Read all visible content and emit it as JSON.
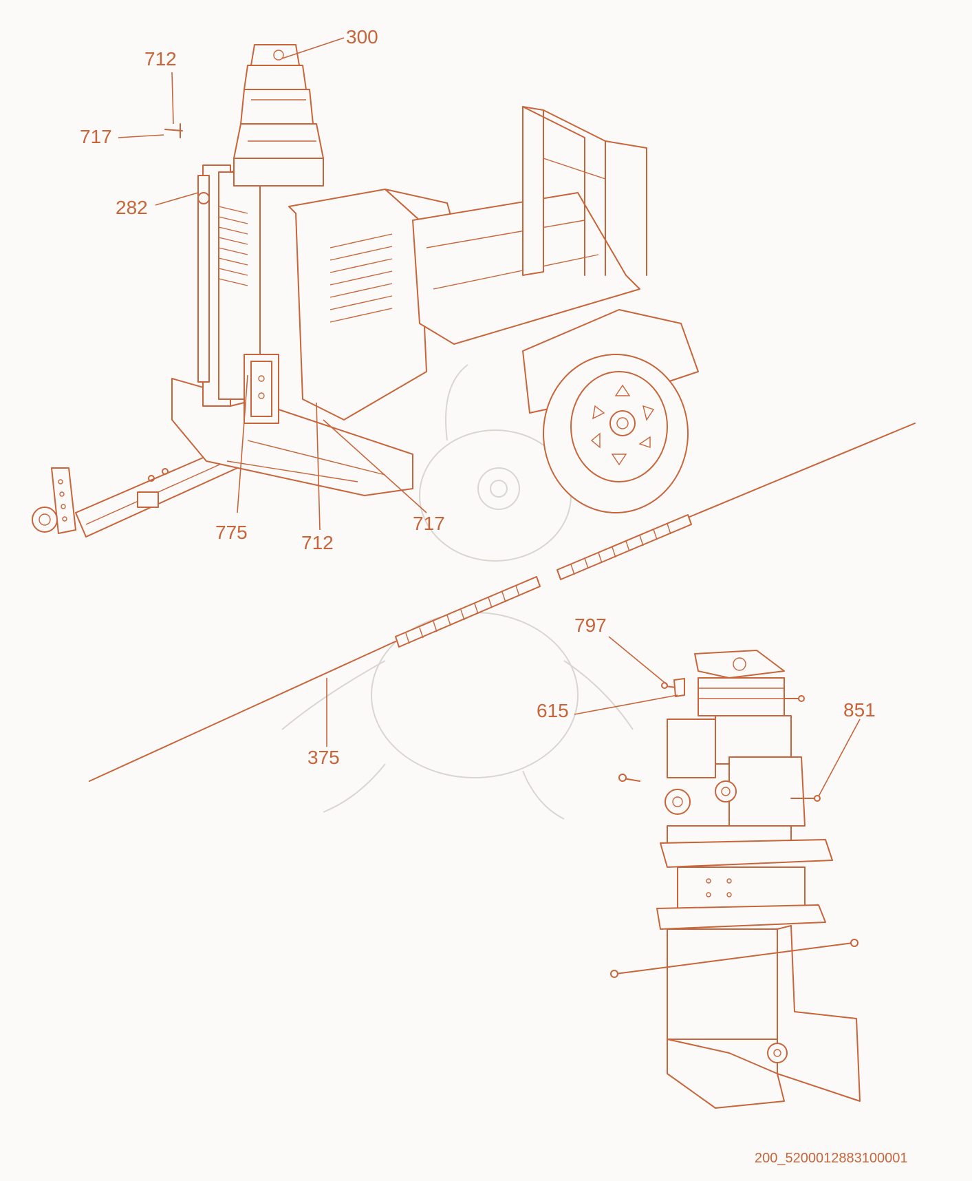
{
  "colors": {
    "line": "#c8643a",
    "background": "#fbfaf8",
    "watermark": "#d9d5d0"
  },
  "callouts": {
    "c300": "300",
    "c712_top": "712",
    "c717_top": "717",
    "c282": "282",
    "c775": "775",
    "c712_bottom": "712",
    "c717_bottom": "717",
    "c797": "797",
    "c615": "615",
    "c851": "851",
    "c375": "375"
  },
  "document_id": "200_5200012883100001"
}
